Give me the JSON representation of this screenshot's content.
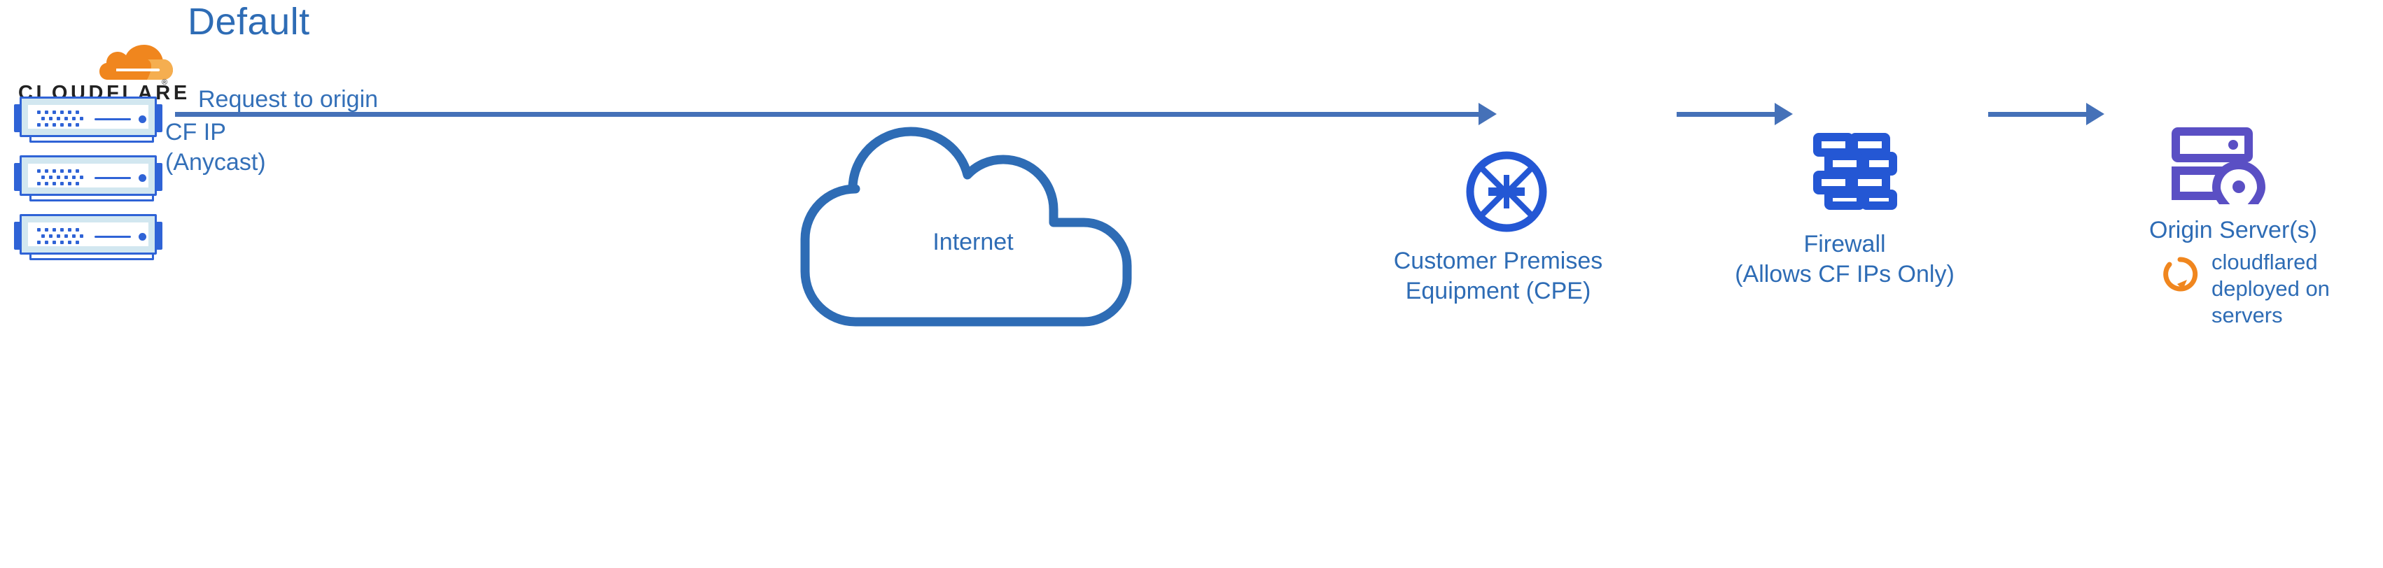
{
  "title": "Default",
  "colors": {
    "heading_blue": "#2E6CB5",
    "label_blue": "#2E6CB5",
    "connector_blue": "#4571B8",
    "node_blue": "#2457D4",
    "cloud_stroke": "#2E6CB5",
    "server_blue": "#2F63D6",
    "server_panel": "#D2E7F0",
    "origin_purple": "#5A4FC4",
    "cloudflare_orange": "#F0861E",
    "cloudflare_orange_light": "#F5AE50",
    "wordmark_black": "#222222",
    "background": "#FFFFFF"
  },
  "brand": {
    "wordmark": "CLOUDFLARE",
    "registered_mark": "®",
    "logo_icon": "cloudflare-cloud-icon"
  },
  "edge_servers": {
    "icon": "rack-server-icon",
    "count": 3,
    "units": [
      {
        "name": "edge-server-1"
      },
      {
        "name": "edge-server-2"
      },
      {
        "name": "edge-server-3"
      }
    ]
  },
  "flow": {
    "request_label": "Request to origin",
    "source_label_line1": "CF IP",
    "source_label_line2": "(Anycast)",
    "connectors": [
      {
        "name": "cf-to-internet-to-cpe",
        "arrowhead": true
      },
      {
        "name": "cpe-to-firewall",
        "arrowhead": true
      },
      {
        "name": "firewall-to-origin",
        "arrowhead": true
      }
    ]
  },
  "nodes": {
    "internet": {
      "label": "Internet",
      "icon": "cloud-outline-icon"
    },
    "cpe": {
      "label_line1": "Customer Premises",
      "label_line2": "Equipment (CPE)",
      "icon": "router-arrows-circle-icon"
    },
    "firewall": {
      "label_line1": "Firewall",
      "label_line2": "(Allows CF IPs Only)",
      "icon": "brick-wall-icon"
    },
    "origin": {
      "label": "Origin Server(s)",
      "icon": "server-stack-location-pin-icon",
      "annotation": {
        "icon": "circular-arrow-refresh-icon",
        "line1": "cloudflared",
        "line2": "deployed on",
        "line3": "servers"
      }
    }
  }
}
